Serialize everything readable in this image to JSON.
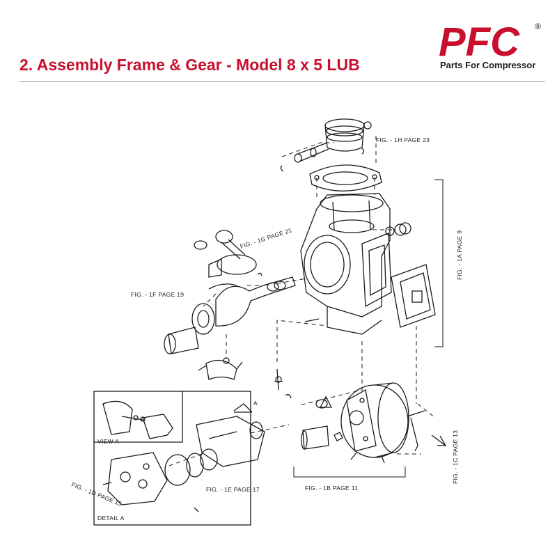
{
  "header": {
    "title": "2. Assembly Frame & Gear - Model 8 x 5 LUB"
  },
  "brand": {
    "logo_text": "PFC",
    "registered_mark": "®",
    "tagline": "Parts For Compressor",
    "logo_color": "#c8102e"
  },
  "figure_labels": {
    "fig_1h": "FIG. - 1H  PAGE 23",
    "fig_1g": "FIG. - 1G  PAGE 21",
    "fig_1f": "FIG. - 1F PAGE 19",
    "fig_1a": "FIG. - 1A  PAGE 9",
    "fig_1e": "FIG. - 1E  PAGE 17",
    "fig_1d": "FIG. - 1D  PAGE 15",
    "fig_1b": "FIG. - 1B  PAGE 11",
    "fig_1c": "FIG. - 1C  PAGE 13",
    "view_a": "VIEW A",
    "detail_a": "DETAIL A",
    "arrow_a": "A"
  }
}
